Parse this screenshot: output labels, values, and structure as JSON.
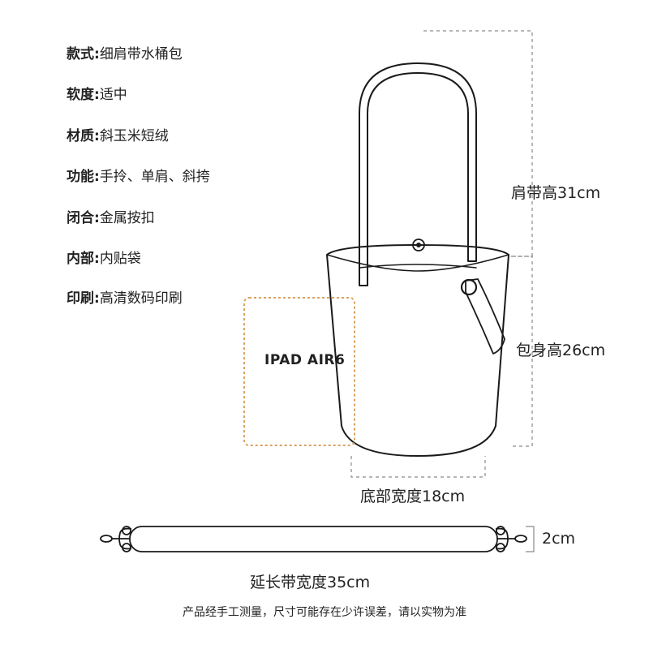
{
  "specs": [
    {
      "key": "款式",
      "sep": ":",
      "value": "细肩带水桶包"
    },
    {
      "key": "软度",
      "sep": ":",
      "value": "适中"
    },
    {
      "key": "材质",
      "sep": ":",
      "value": "斜玉米短绒"
    },
    {
      "key": "功能",
      "sep": ":",
      "value": "手拎、单肩、斜挎"
    },
    {
      "key": "闭合",
      "sep": ":",
      "value": "金属按扣"
    },
    {
      "key": "内部",
      "sep": ":",
      "value": "内贴袋"
    },
    {
      "key": "印刷",
      "sep": ":",
      "value": "高清数码印刷"
    }
  ],
  "dimensions": {
    "strap_height": "肩带高31cm",
    "body_height": "包身高26cm",
    "bottom_width": "底部宽度18cm",
    "strap_width": "2cm",
    "extension_strap_width": "延长带宽度35cm"
  },
  "ipad_label": "IPAD AIR6",
  "footnote": "产品经手工测量，尺寸可能存在少许误差，请以实物为准",
  "colors": {
    "line": "#1a1a1a",
    "dash": "#8a8a8a",
    "ipad_outline": "#d9a15e"
  }
}
